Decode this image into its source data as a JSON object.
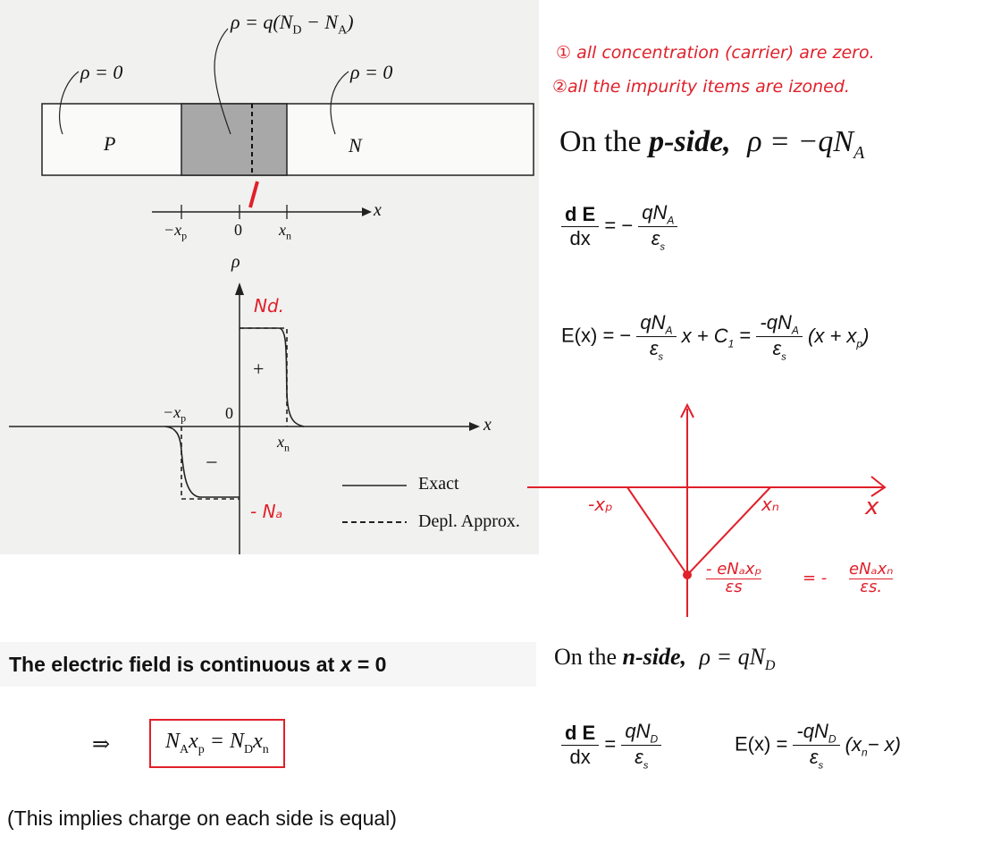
{
  "diagram_labels": {
    "rho_top": "ρ = q(N",
    "rho_top_sub1": "D",
    "rho_top_mid": " − N",
    "rho_top_sub2": "A",
    "rho_top_end": ")",
    "rho_zero_left": "ρ = 0",
    "rho_zero_right": "ρ = 0",
    "p_region": "P",
    "n_region": "N",
    "axis_x": "x",
    "tick_neg_xp": "−x",
    "tick_zero": "0",
    "tick_xn": "x",
    "sub_p": "p",
    "sub_n": "n",
    "rho_axis": "ρ",
    "plus": "+",
    "minus": "−",
    "legend_exact": "Exact",
    "legend_depl": "Depl. Approx.",
    "hand_nd": "Nd.",
    "hand_na": "- Nₐ"
  },
  "notes": {
    "note1": "① all concentration (carrier) are zero.",
    "note2": "②all the impurity items are izoned."
  },
  "p_side": {
    "prefix": "On the ",
    "side": "p-side,",
    "rho": "ρ = −qN",
    "rho_sub": "A",
    "dE": "d E",
    "dx": "dx",
    "eq_sign": "= −",
    "qNA": "qN",
    "qNA_sub": "A",
    "eps": "ε",
    "eps_sub": "s",
    "Ex": "E(x) = −",
    "x_plus_c": "x + C",
    "c_sub": "1",
    "equals": "=",
    "neg_qNA": "-qN",
    "x_term": "(x + x",
    "x_term_sub": "p",
    "x_term_end": ")"
  },
  "field_sketch": {
    "neg_xp": "-xₚ",
    "xn": "xₙ",
    "x_label": "x",
    "min_value_left": "- eNₐxₚ",
    "min_value_left_den": "εs",
    "eq": "= -",
    "min_value_right": "eNₐxₙ",
    "min_value_right_den": "εs."
  },
  "continuity": {
    "statement": "The electric field is continuous at ",
    "x_eq": "x",
    "x_eq_tail": " = 0",
    "implies": "⇒",
    "relation_a": "N",
    "relation_a_sub": "A",
    "relation_b": "x",
    "relation_b_sub": "p",
    "relation_eq": " = N",
    "relation_c_sub": "D",
    "relation_d": "x",
    "relation_d_sub": "n",
    "note": "(This implies charge on each side is equal)"
  },
  "n_side": {
    "prefix": "On the ",
    "side": "n-side,",
    "rho": "ρ = qN",
    "rho_sub": "D",
    "dE": "d E",
    "dx": "dx",
    "eq_sign": "=",
    "qND": "qN",
    "qND_sub": "D",
    "eps": "ε",
    "eps_sub": "s",
    "Ex": "E(x) =",
    "neg_qND": "-qN",
    "x_term": "(x",
    "x_term_sub": "n",
    "x_term_end": "− x)"
  },
  "colors": {
    "annotation": "#e0202a",
    "ink": "#111111",
    "shade": "#a8a8a8"
  }
}
